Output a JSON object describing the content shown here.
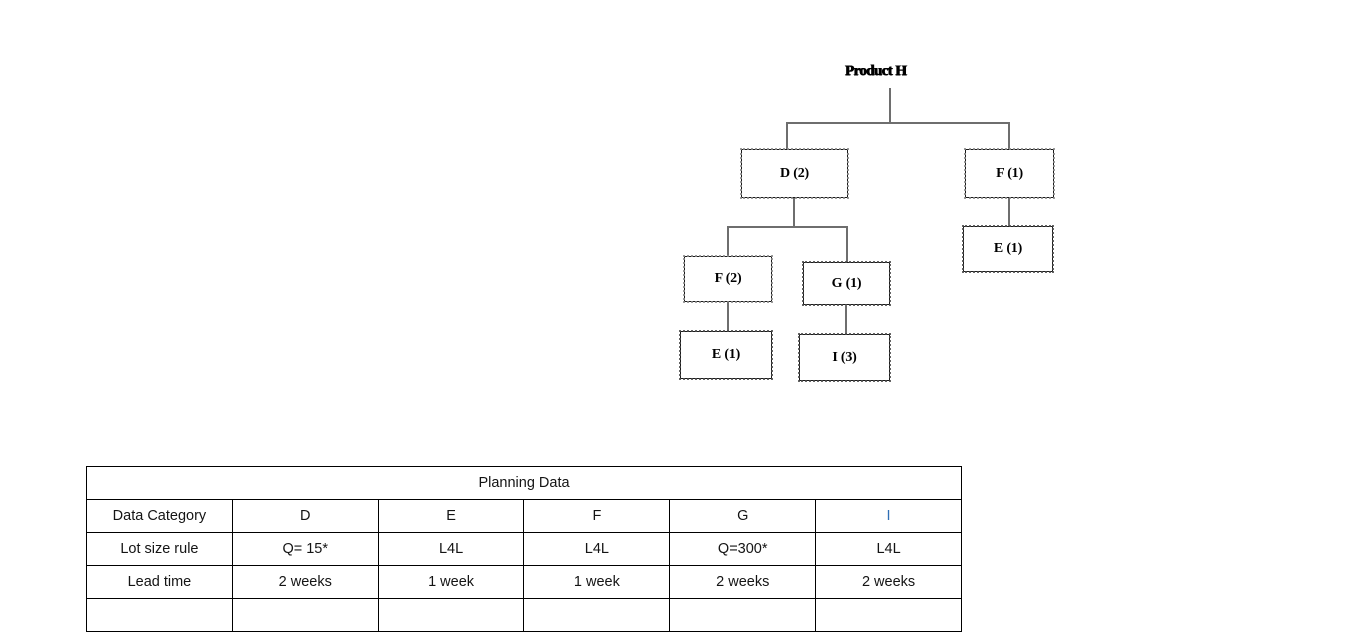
{
  "diagram": {
    "root": {
      "label": "Product H"
    },
    "nodes": [
      {
        "id": "d2",
        "label": "D (2)"
      },
      {
        "id": "f1",
        "label": "F (1)"
      },
      {
        "id": "f2",
        "label": "F (2)"
      },
      {
        "id": "g1",
        "label": "G (1)"
      },
      {
        "id": "e1a",
        "label": "E (1)"
      },
      {
        "id": "i3",
        "label": "I (3)"
      },
      {
        "id": "e1b",
        "label": "E (1)"
      }
    ]
  },
  "table": {
    "title": "Planning Data",
    "columns": [
      "Data Category",
      "D",
      "E",
      "F",
      "G",
      "I"
    ],
    "rows": [
      {
        "label": "Lot size rule",
        "values": [
          "Q= 15*",
          "L4L",
          "L4L",
          "Q=300*",
          "L4L"
        ]
      },
      {
        "label": "Lead time",
        "values": [
          "2 weeks",
          "1 week",
          "1 week",
          "2 weeks",
          "2 weeks"
        ]
      }
    ],
    "partial_row": {
      "label": "",
      "values": [
        "",
        "",
        "",
        "",
        ""
      ]
    }
  },
  "colors": {
    "line": "#6e6e6e",
    "border": "#000000",
    "text": "#141414",
    "accent": "#2f6fb5"
  }
}
